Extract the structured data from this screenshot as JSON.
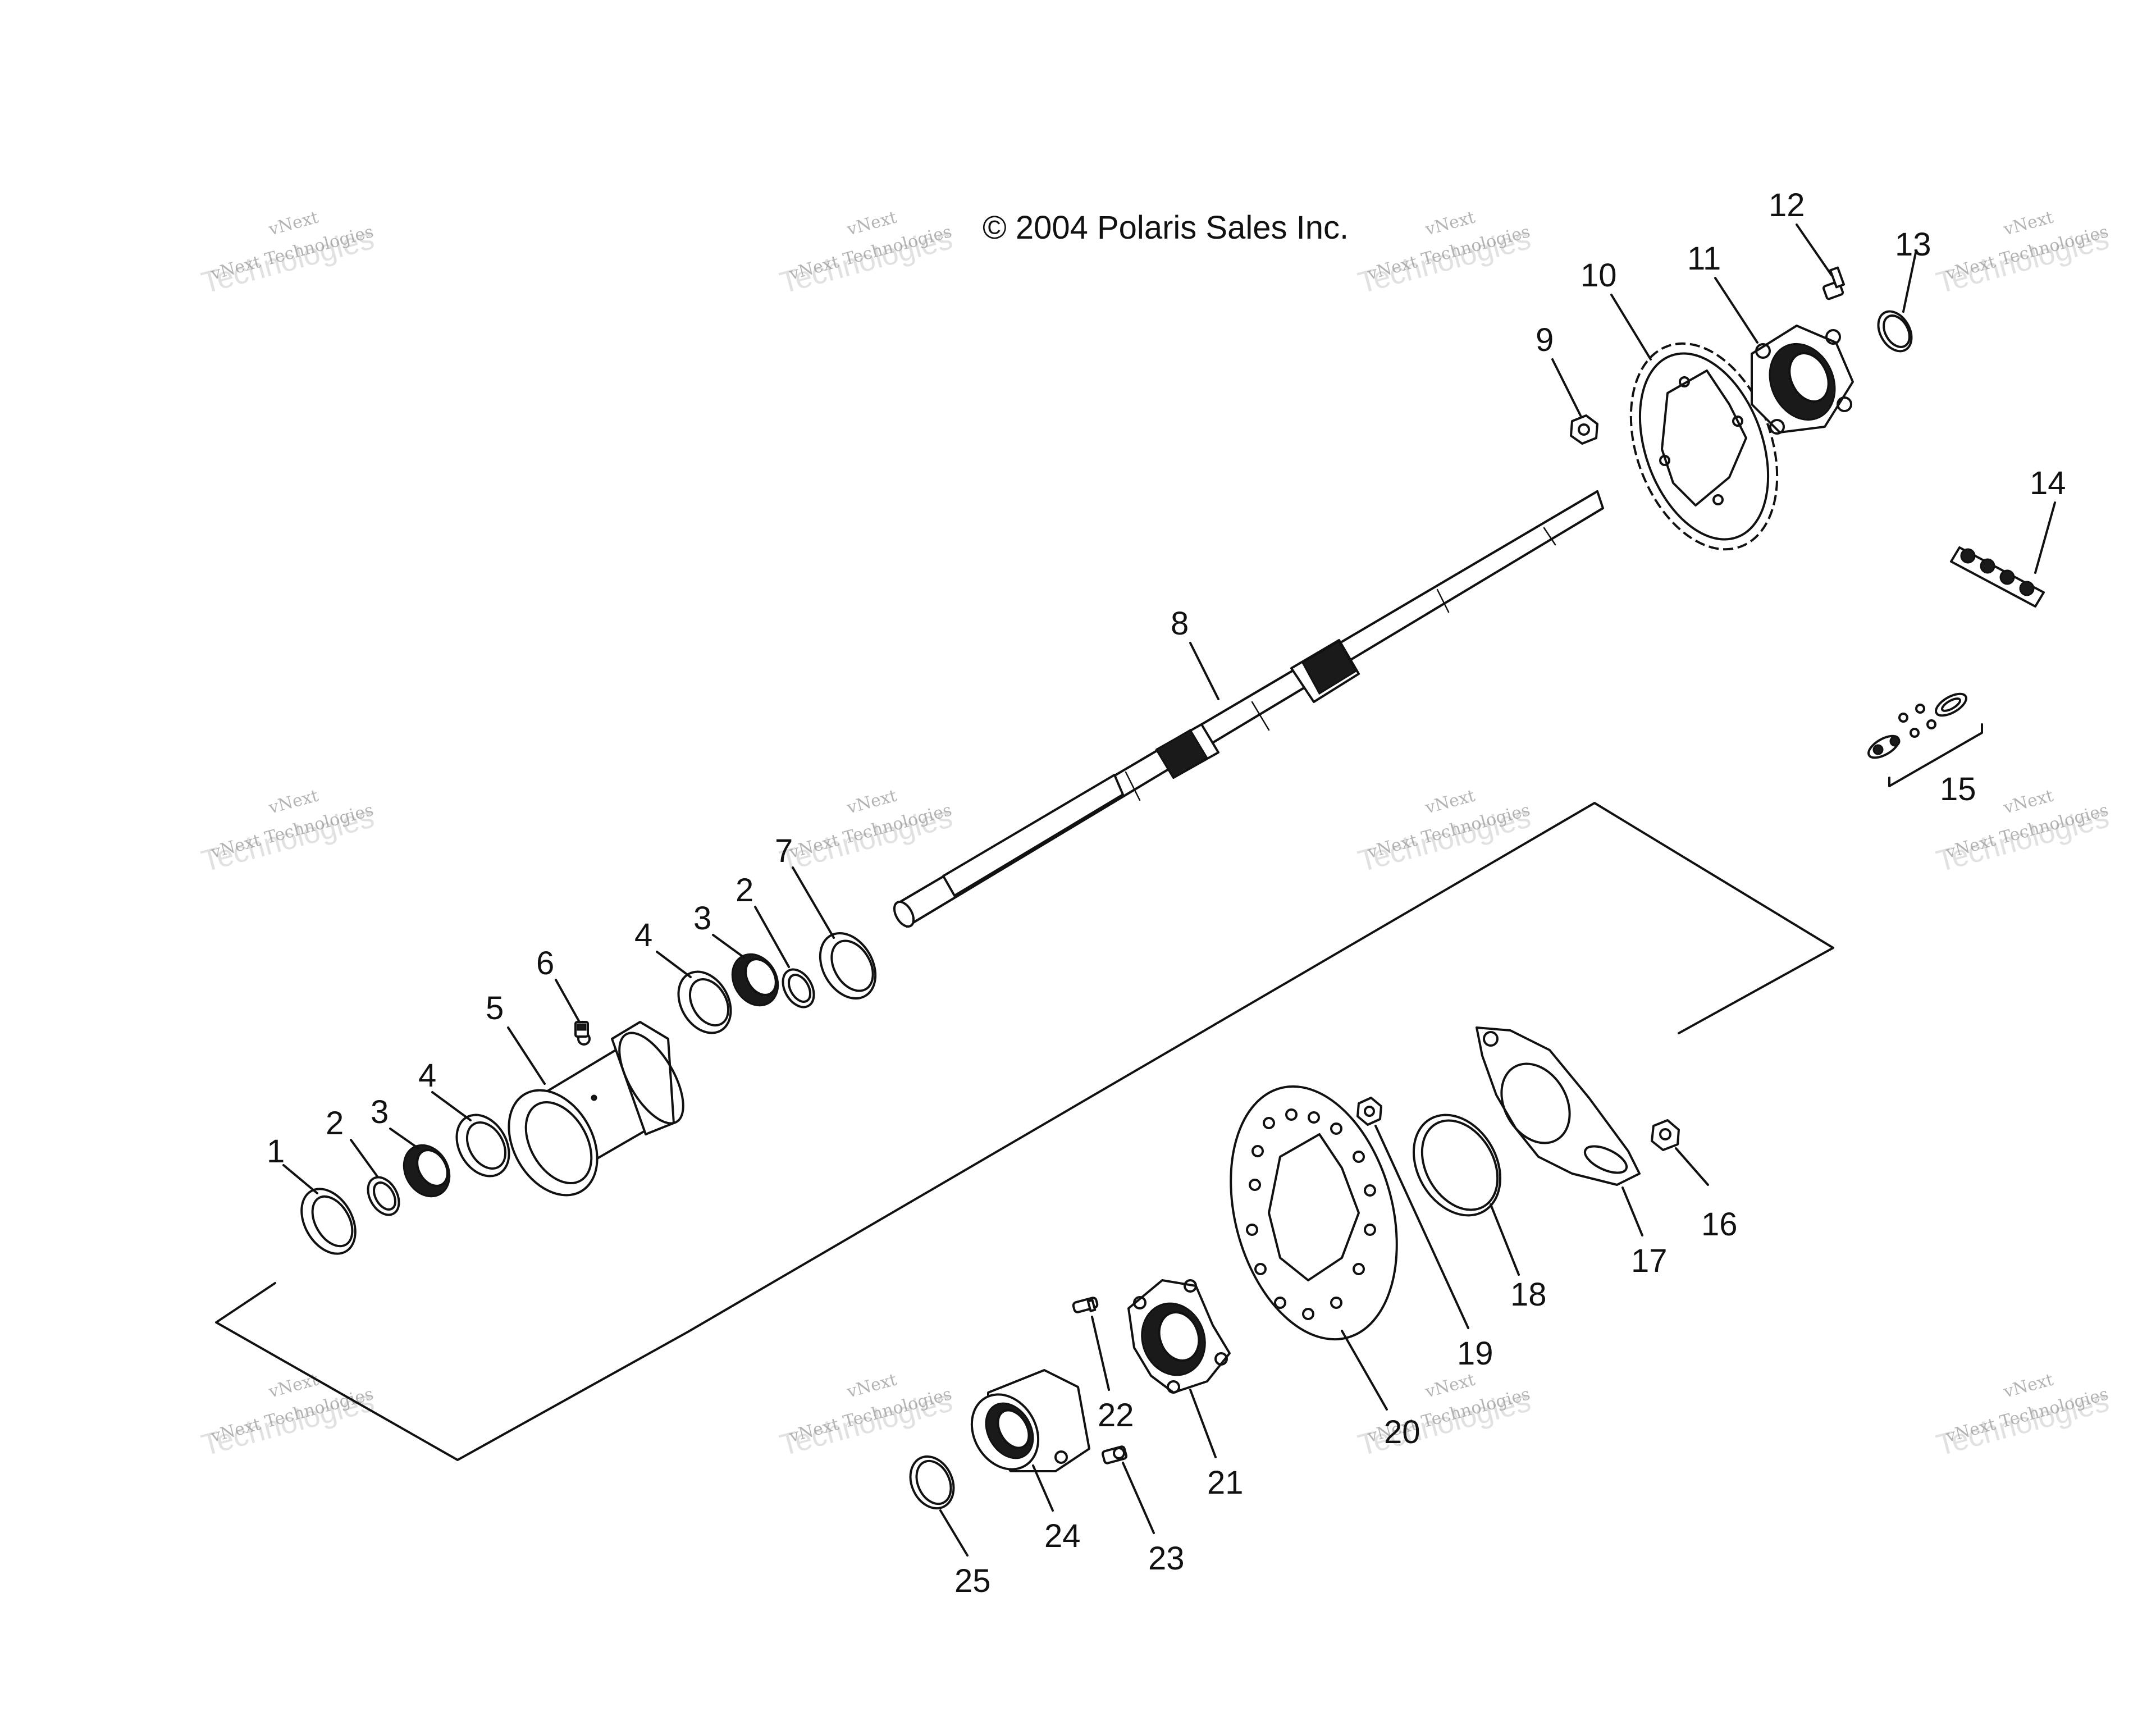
{
  "copyright": "© 2004 Polaris Sales Inc.",
  "watermark": {
    "brand_top": "vNext",
    "brand_line": "vNext Technologies",
    "brand_big": "Technologies"
  },
  "callouts": {
    "c1": "1",
    "c2a": "2",
    "c2b": "2",
    "c3a": "3",
    "c3b": "3",
    "c4a": "4",
    "c4b": "4",
    "c5": "5",
    "c6": "6",
    "c7": "7",
    "c8": "8",
    "c9": "9",
    "c10": "10",
    "c11": "11",
    "c12": "12",
    "c13": "13",
    "c14": "14",
    "c15": "15",
    "c16": "16",
    "c17": "17",
    "c18": "18",
    "c19": "19",
    "c20": "20",
    "c21": "21",
    "c22": "22",
    "c23": "23",
    "c24": "24",
    "c25": "25"
  }
}
